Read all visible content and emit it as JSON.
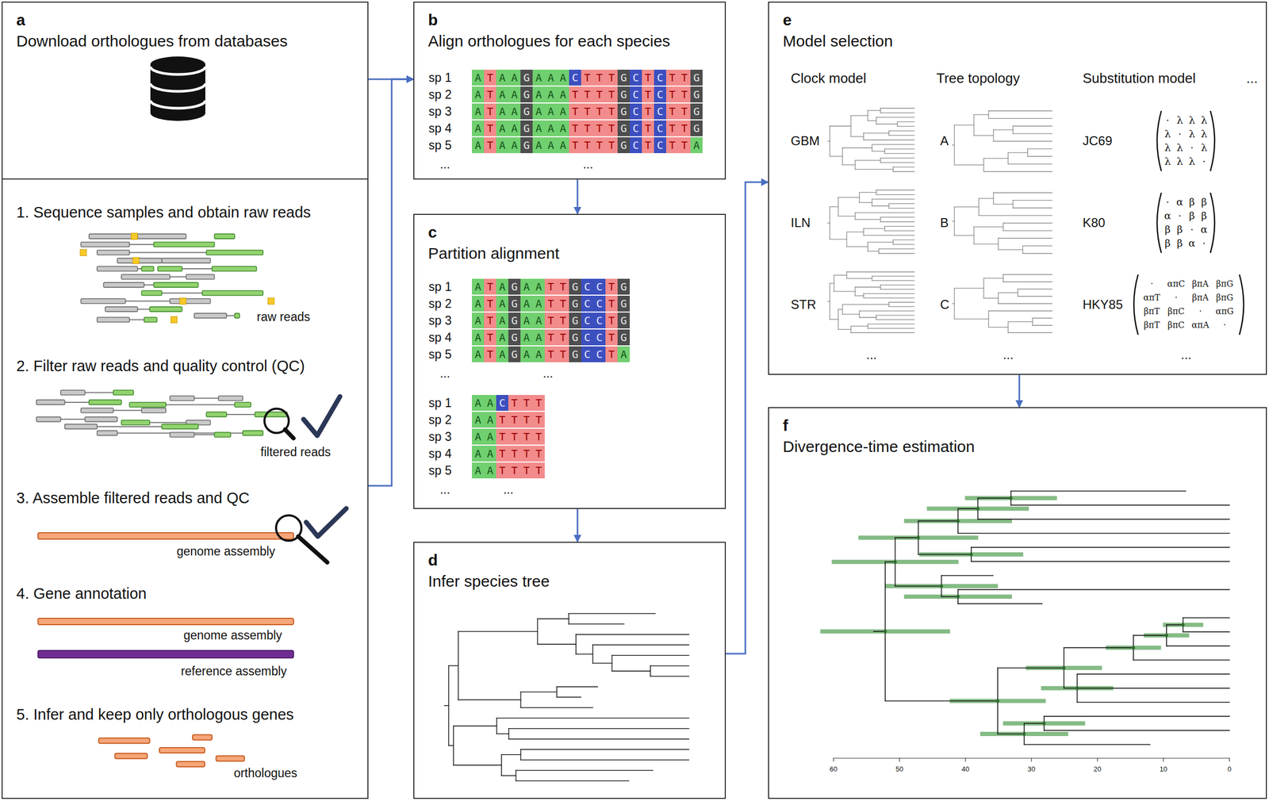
{
  "diagram": {
    "nodes": [
      {
        "text": [
          "a",
          "Download orthologues from databases"
        ]
      },
      {
        "text": [
          "1. Sequence samples and obtain raw reads",
          "2. Filter raw reads and quality control (QC)",
          "3. Assemble filtered reads and QC",
          "4. Gene annotation",
          "5. Infer and keep only orthologous genes"
        ]
      },
      {
        "text": [
          "b",
          "Align orthologues for each species"
        ]
      },
      {
        "text": [
          "c",
          "Partition alignment"
        ]
      },
      {
        "text": [
          "d",
          "Infer species tree"
        ]
      },
      {
        "text": [
          "e",
          "Model selection"
        ]
      },
      {
        "text": [
          "f",
          "Divergence-time estimation"
        ]
      }
    ],
    "edges": [
      {
        "from": 0,
        "to": 2,
        "arrow": "to"
      },
      {
        "from": 1,
        "to": 2,
        "arrow": "to"
      },
      {
        "from": 2,
        "to": 3,
        "arrow": "to"
      },
      {
        "from": 3,
        "to": 4,
        "arrow": "to"
      },
      {
        "from": 4,
        "to": 5,
        "arrow": "to"
      },
      {
        "from": 5,
        "to": 6,
        "arrow": "to"
      }
    ],
    "labels": [
      "raw reads",
      "filtered reads",
      "genome assembly",
      "genome assembly",
      "reference assembly",
      "orthologues",
      "sp 1",
      "sp 2",
      "sp 3",
      "sp 4",
      "sp 5",
      "ATAAGAAACTTTGCTCTTG",
      "ATAAGAAATTTTGCTCTTG",
      "ATAAGAAATTTTGCTCTTG",
      "ATAAGAAATTTTGCTCTTG",
      "ATAAGAAATTTTGCTCTTA",
      "...",
      "...",
      "sp 1",
      "sp 2",
      "sp 3",
      "sp 4",
      "sp 5",
      "ATAGAATTGCCTG",
      "ATAGAATTGCCTG",
      "ATAGAATTGCCTG",
      "ATAGAATTGCCTG",
      "ATAGAATTGCCTA",
      "...",
      "...",
      "sp 1",
      "sp 2",
      "sp 3",
      "sp 4",
      "sp 5",
      "AACTTT",
      "AATTTT",
      "AATTTT",
      "AATTTT",
      "AATTTT",
      "...",
      "...",
      "Clock model",
      "Tree topology",
      "Substitution model",
      "...",
      "GBM",
      "ILN",
      "STR",
      "...",
      "A",
      "B",
      "C",
      "...",
      "JC69",
      "K80",
      "HKY85",
      "...",
      "·",
      "λ",
      "λ",
      "λ",
      "λ",
      "·",
      "λ",
      "λ",
      "λ",
      "λ",
      "·",
      "λ",
      "λ",
      "λ",
      "λ",
      "·",
      "·",
      "α",
      "β",
      "β",
      "α",
      "·",
      "β",
      "β",
      "β",
      "β",
      "·",
      "α",
      "β",
      "β",
      "α",
      "·",
      "·",
      "απC",
      "βπA",
      "βπG",
      "απT",
      "·",
      "βπA",
      "βπG",
      "βπT",
      "βπC",
      "·",
      "απG",
      "βπT",
      "βπC",
      "απA",
      "·",
      "60",
      "50",
      "40",
      "30",
      "20",
      "10",
      "0"
    ]
  }
}
